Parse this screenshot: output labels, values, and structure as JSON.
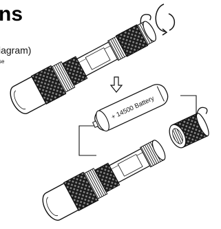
{
  "header": {
    "title": "ns",
    "subtitle": "iagram)",
    "subtitle2": "se"
  },
  "diagram": {
    "battery_label": "+ 14500 Battery",
    "rotate_icon": "rotate-clockwise-arrow-icon",
    "down_icon": "down-arrow-icon",
    "colors": {
      "ink": "#111111",
      "paper": "#ffffff"
    }
  }
}
